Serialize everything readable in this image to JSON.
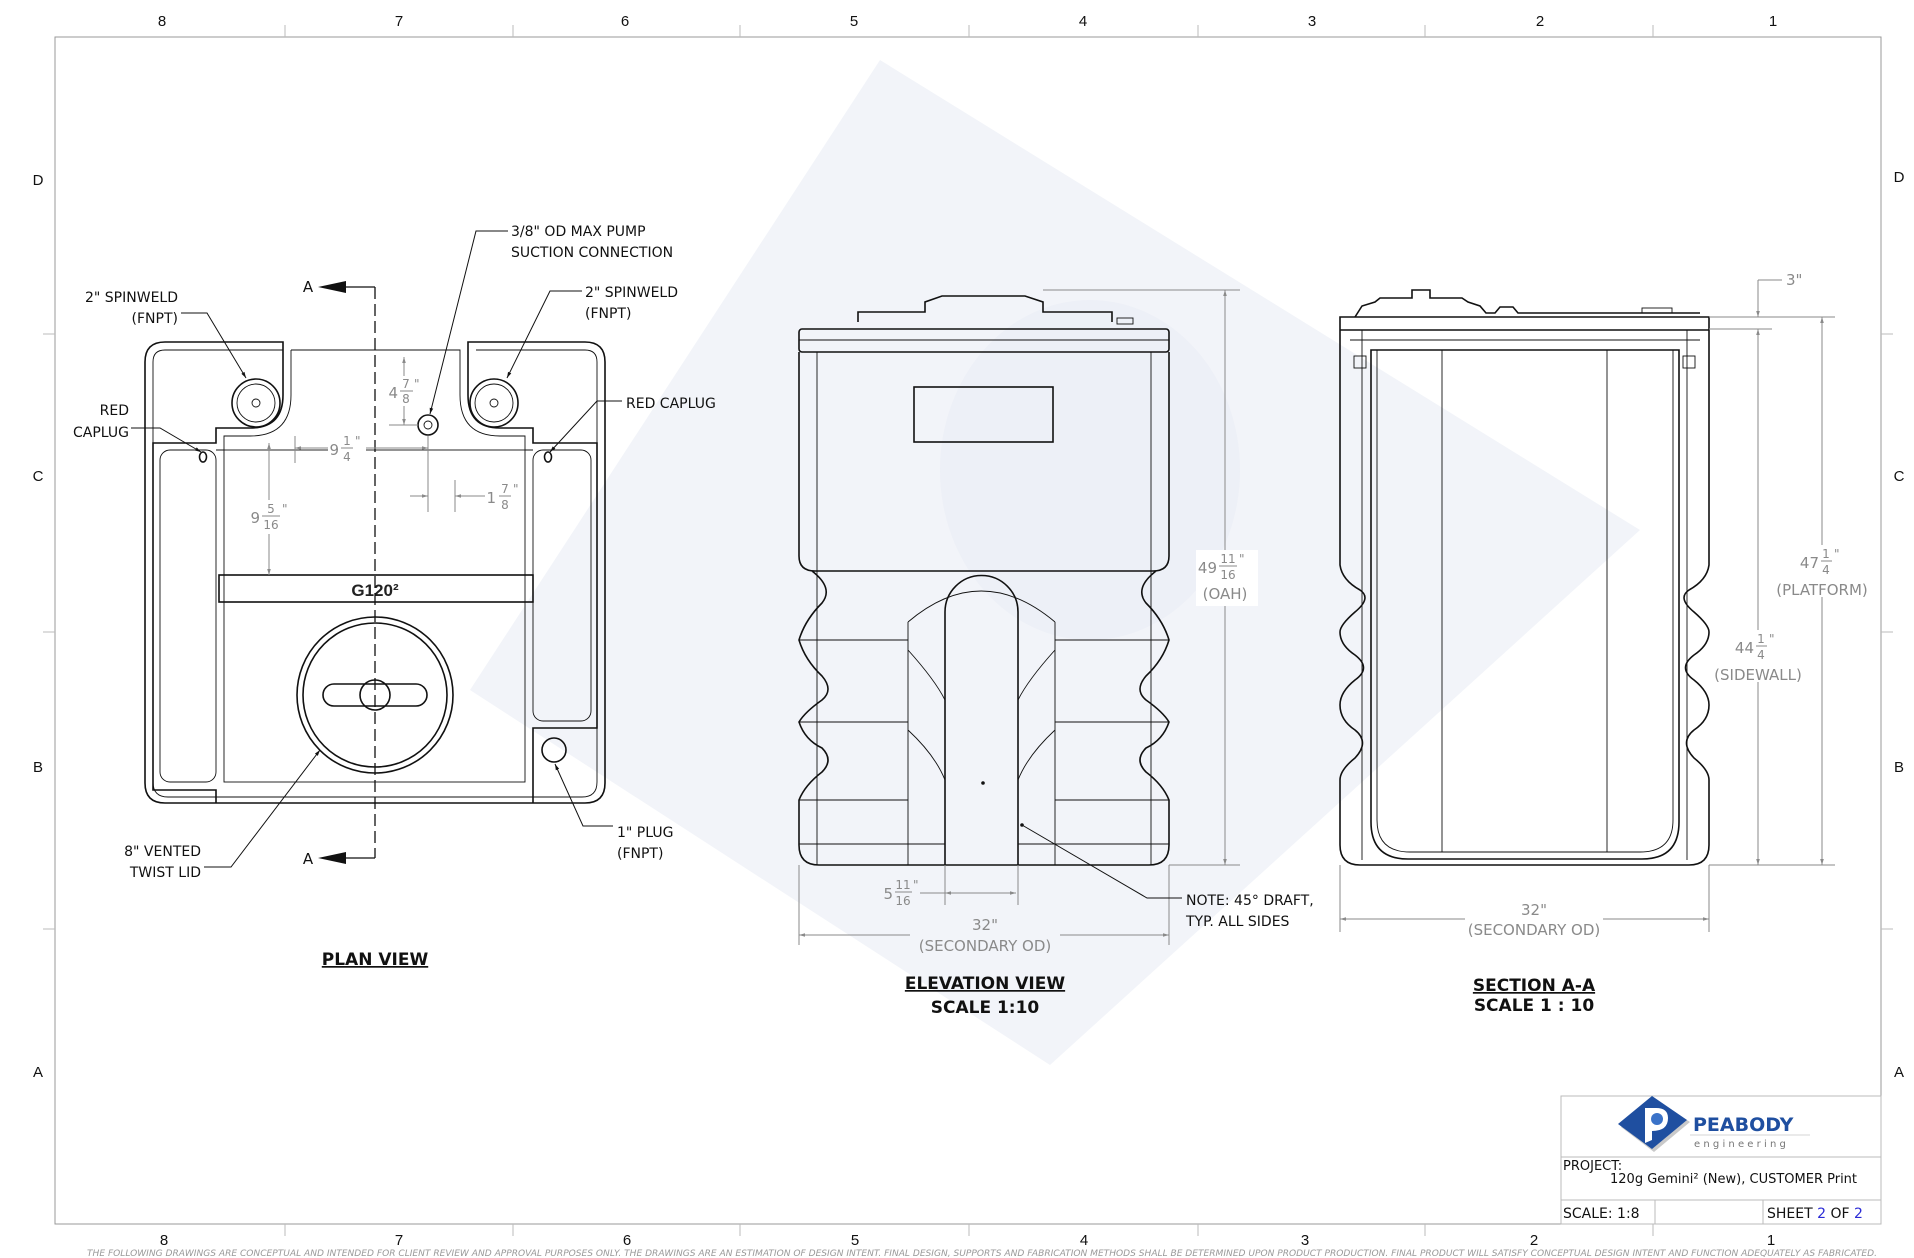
{
  "frame": {
    "columns": [
      "8",
      "7",
      "6",
      "5",
      "4",
      "3",
      "2",
      "1"
    ],
    "rows": [
      "D",
      "C",
      "B",
      "A"
    ]
  },
  "plan_view": {
    "title": "PLAN VIEW",
    "section_marker": "A",
    "tank_label": "G120²",
    "callouts": {
      "pump_line1": "3/8\" OD MAX PUMP",
      "pump_line2": "SUCTION CONNECTION",
      "spinweld_left_line1": "2\" SPINWELD",
      "spinweld_left_line2": "(FNPT)",
      "spinweld_right_line1": "2\" SPINWELD",
      "spinweld_right_line2": "(FNPT)",
      "caplug_left_line1": "RED",
      "caplug_left_line2": "CAPLUG",
      "caplug_right": "RED CAPLUG",
      "lid_line1": "8\" VENTED",
      "lid_line2": "TWIST LID",
      "plug_line1": "1\" PLUG",
      "plug_line2": "(FNPT)"
    },
    "dims": {
      "pump_offset_v": {
        "whole": "4",
        "num": "7",
        "den": "8",
        "unit": "\""
      },
      "pump_offset_h": {
        "whole": "9",
        "num": "1",
        "den": "4",
        "unit": "\""
      },
      "pump_edge": {
        "whole": "1",
        "num": "7",
        "den": "8",
        "unit": "\""
      },
      "band_offset": {
        "whole": "9",
        "num": "5",
        "den": "16",
        "unit": "\""
      }
    }
  },
  "elevation_view": {
    "title": "ELEVATION VIEW",
    "scale": "SCALE 1:10",
    "dims": {
      "height": {
        "whole": "49",
        "num": "11",
        "den": "16",
        "unit": "\"",
        "label": "(OAH)"
      },
      "channel": {
        "whole": "5",
        "num": "11",
        "den": "16",
        "unit": "\""
      },
      "width": {
        "value": "32\"",
        "label": "(SECONDARY OD)"
      }
    },
    "note_line1": "NOTE: 45° DRAFT,",
    "note_line2": "TYP. ALL SIDES"
  },
  "section_view": {
    "title": "SECTION A-A",
    "scale": "SCALE 1 : 10",
    "dims": {
      "lid": {
        "value": "3\""
      },
      "sidewall": {
        "whole": "44",
        "num": "1",
        "den": "4",
        "unit": "\"",
        "label": "(SIDEWALL)"
      },
      "platform": {
        "whole": "47",
        "num": "1",
        "den": "4",
        "unit": "\"",
        "label": "(PLATFORM)"
      },
      "width": {
        "value": "32\"",
        "label": "(SECONDARY OD)"
      }
    }
  },
  "title_block": {
    "logo_name": "PEABODY",
    "logo_sub": "engineering",
    "project_label": "PROJECT:",
    "project_value": "120g Gemini² (New), CUSTOMER Print",
    "scale": "SCALE: 1:8",
    "sheet_label": "SHEET",
    "sheet_num": "2",
    "sheet_of": "OF",
    "sheet_total": "2"
  },
  "disclaimer": "THE FOLLOWING DRAWINGS ARE CONCEPTUAL AND INTENDED FOR CLIENT REVIEW AND APPROVAL PURPOSES ONLY. THE DRAWINGS ARE AN ESTIMATION OF DESIGN INTENT. FINAL DESIGN, SUPPORTS AND FABRICATION METHODS SHALL BE DETERMINED UPON PRODUCT PRODUCTION. FINAL PRODUCT WILL SATISFY CONCEPTUAL DESIGN INTENT AND FUNCTION ADEQUATELY AS FABRICATED.",
  "colors": {
    "brand_blue": "#1f4fa0",
    "sheet_num": "#2b2bd6",
    "dim_gray": "#8a8a8a"
  }
}
